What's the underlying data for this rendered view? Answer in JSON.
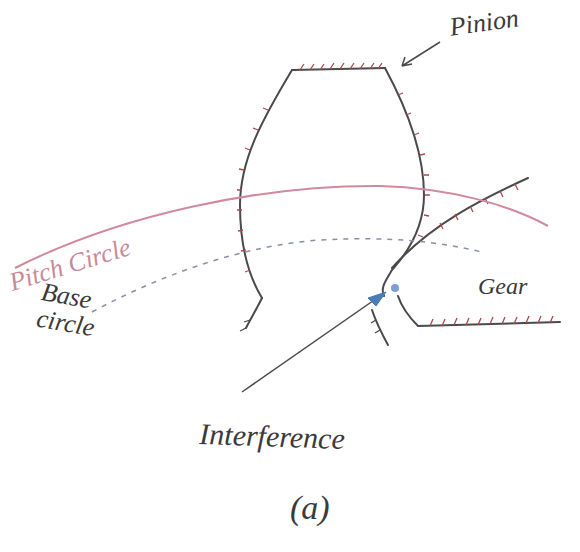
{
  "diagram": {
    "caption": "(a)",
    "labels": [
      "Pinion",
      "Pitch Circle",
      "Base circle",
      "Gear",
      "Interference"
    ]
  }
}
